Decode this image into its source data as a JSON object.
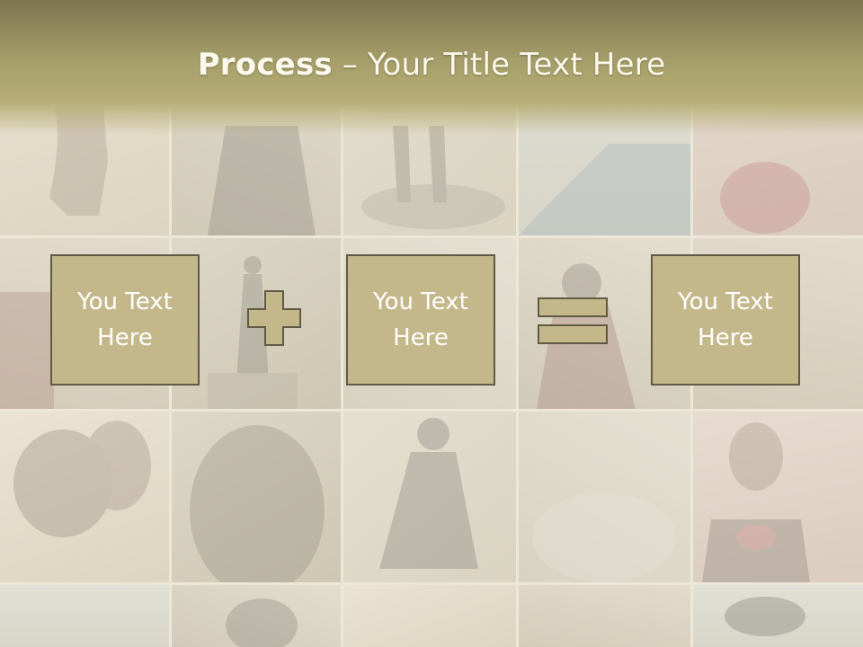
{
  "title": {
    "bold": "Process",
    "rest": " – Your Title Text Here"
  },
  "steps": [
    {
      "text": "You Text\nHere"
    },
    {
      "text": "You Text\nHere"
    },
    {
      "text": "You Text\nHere"
    }
  ],
  "operators": {
    "first": "plus-icon",
    "second": "equals-icon"
  },
  "colors": {
    "title_band": "#a59e69",
    "box_fill": "#c4b88b",
    "box_border": "#5f5a43",
    "title_text": "#fbf8ec"
  }
}
